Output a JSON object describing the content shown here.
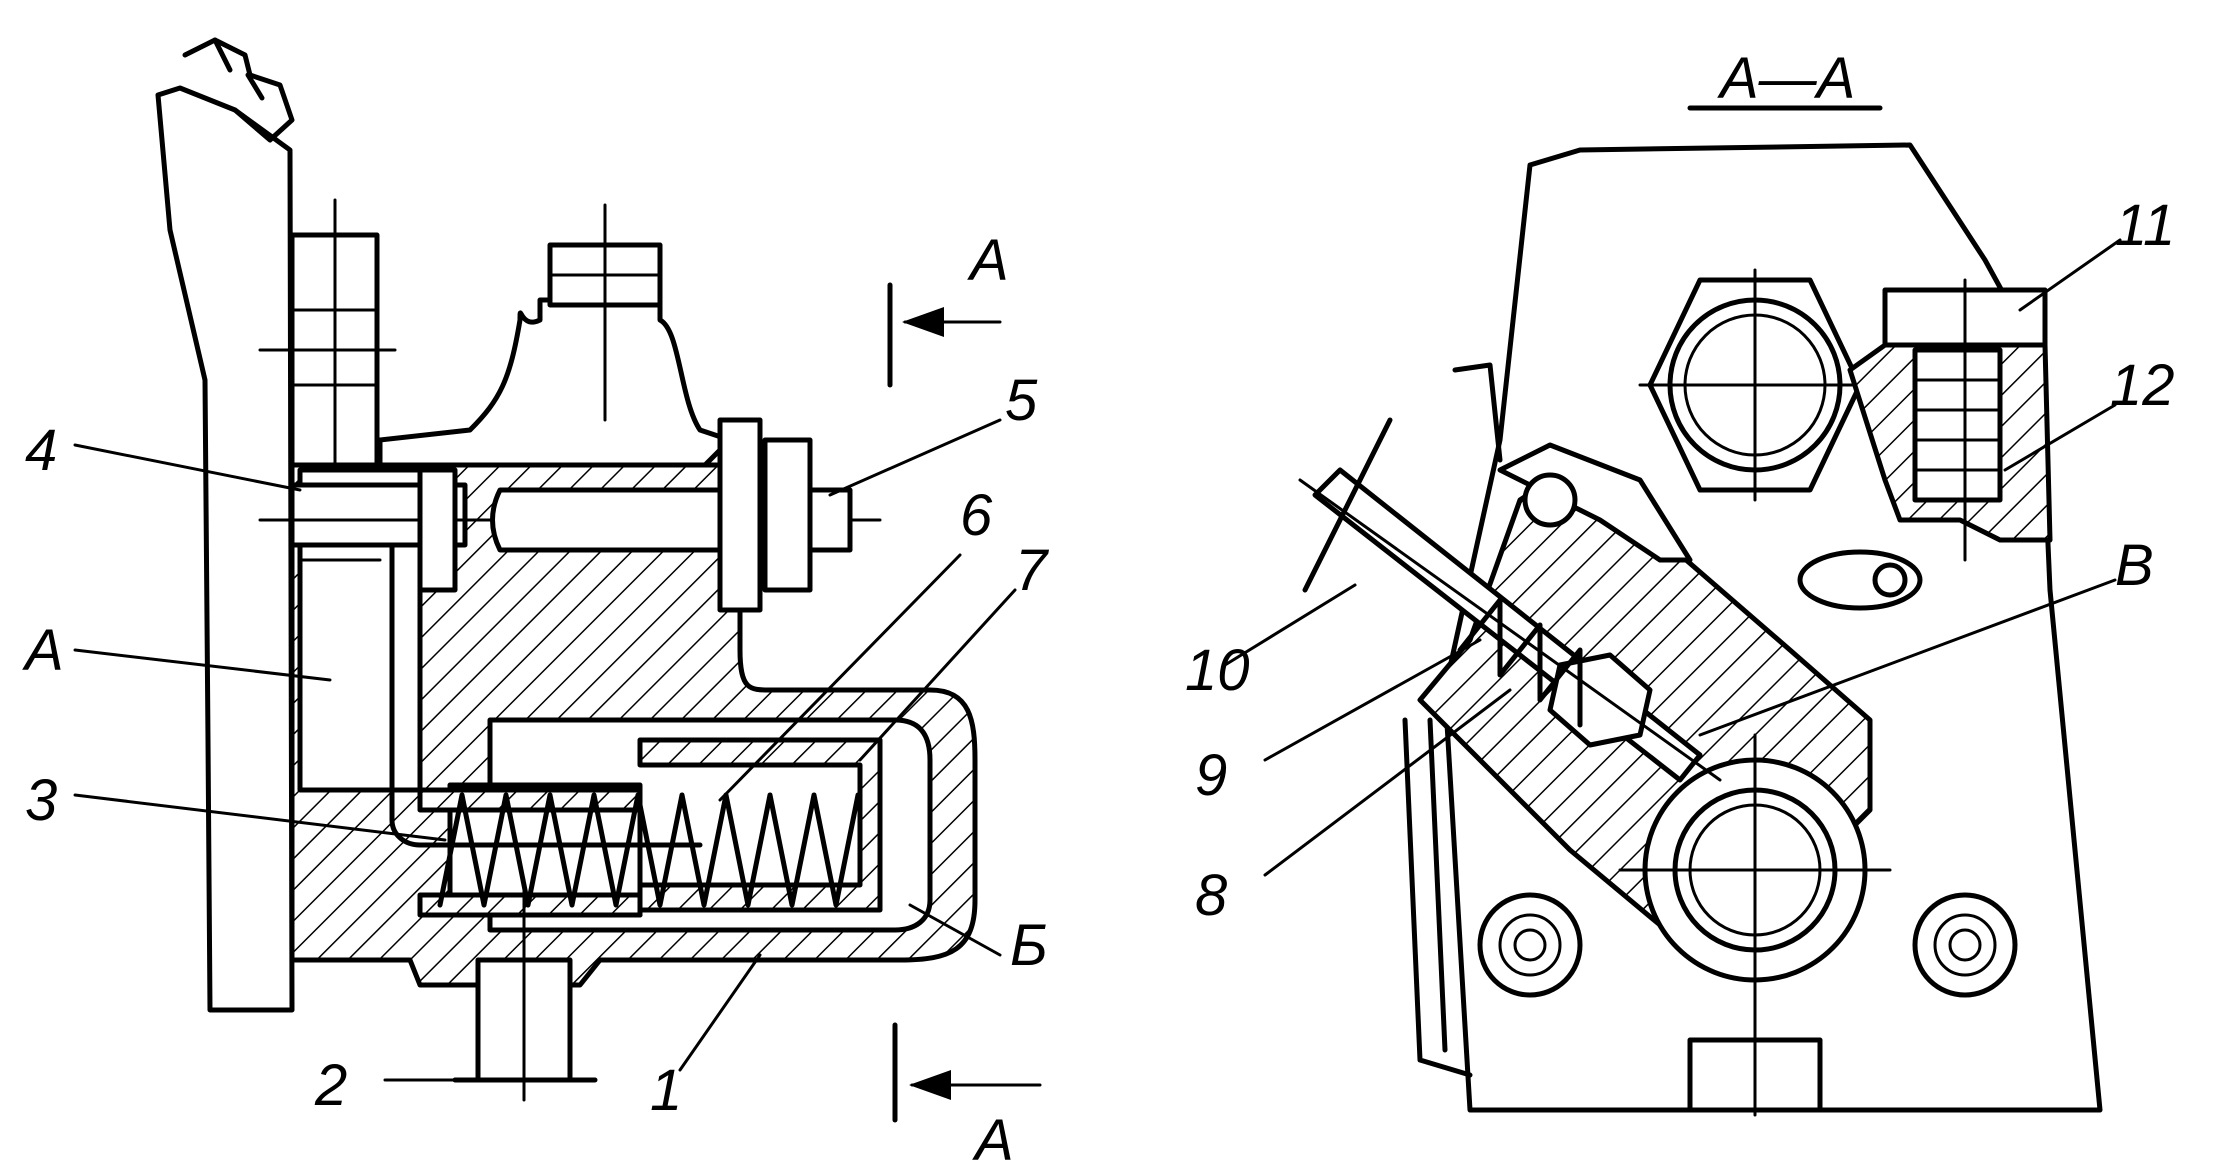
{
  "figure": {
    "section_title": "А—А",
    "labels": {
      "n1": "1",
      "n2": "2",
      "n3": "3",
      "n4": "4",
      "n5": "5",
      "n6": "6",
      "n7": "7",
      "n8": "8",
      "n9": "9",
      "n10": "10",
      "n11": "11",
      "n12": "12",
      "a_cavity": "А",
      "b_cavity": "Б",
      "v_point": "В",
      "section_mark_top": "А",
      "section_mark_bottom": "А"
    }
  }
}
